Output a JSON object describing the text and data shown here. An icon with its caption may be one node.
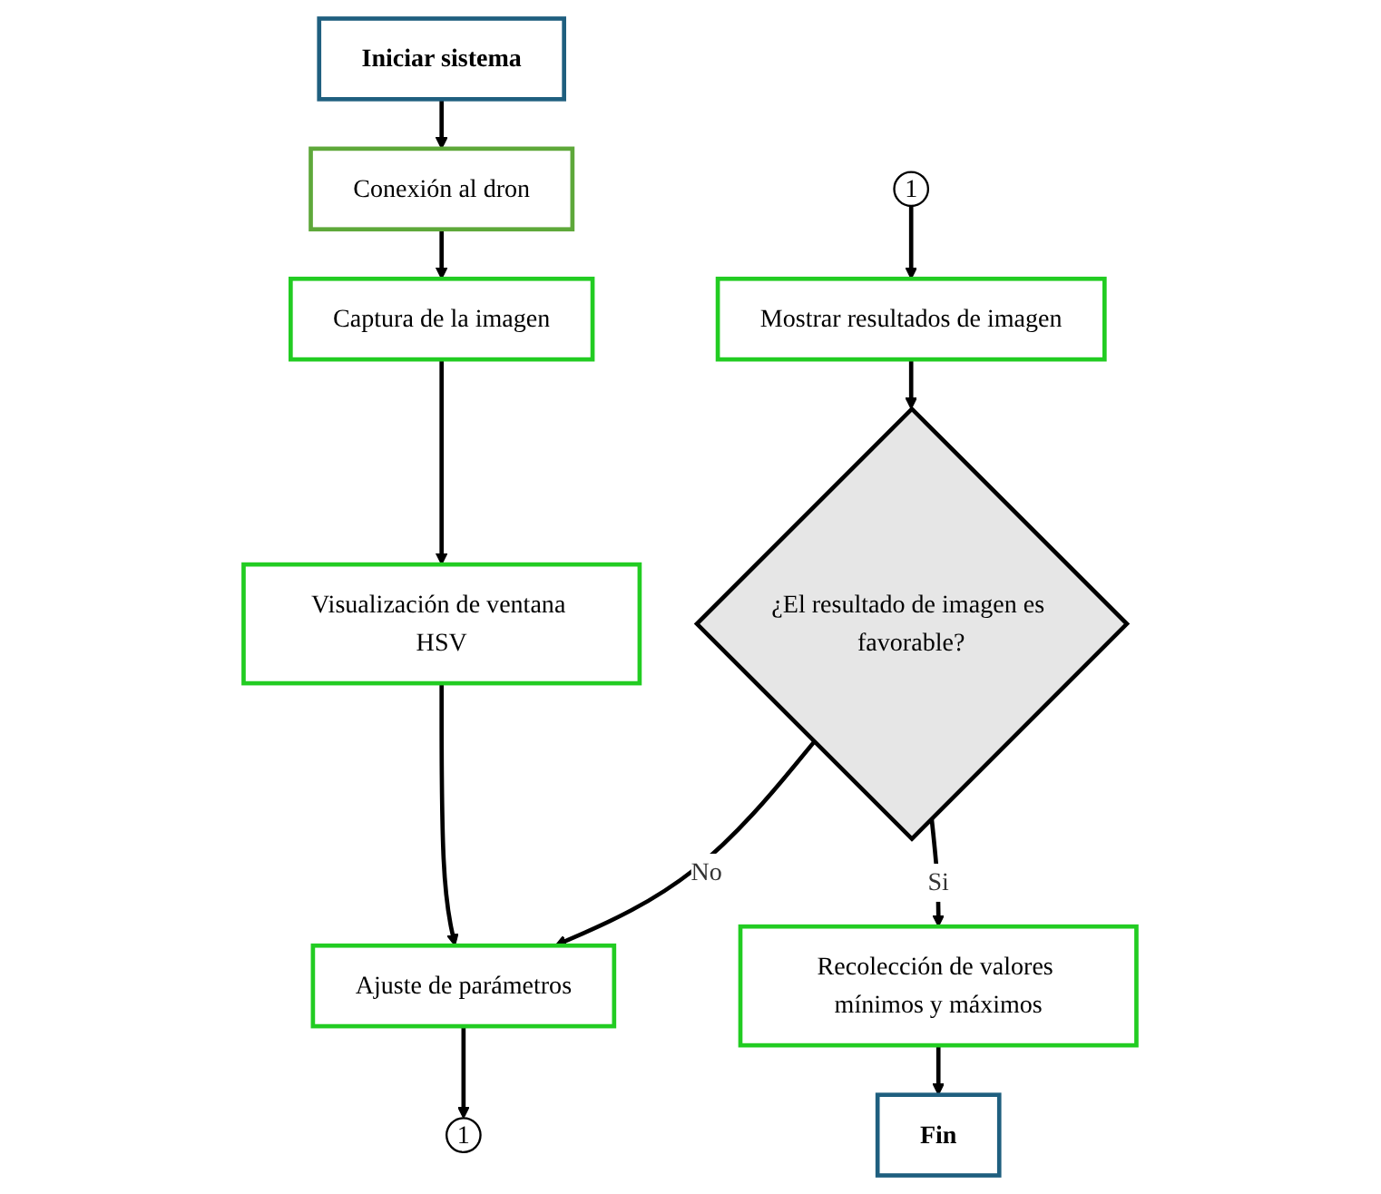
{
  "diagram": {
    "nodes": [
      {
        "text": [
          "Iniciar sistema"
        ]
      },
      {
        "text": [
          "Conexión al dron"
        ]
      },
      {
        "text": [
          "Captura de la imagen"
        ]
      },
      {
        "text": [
          "Visualización de ventana HSV"
        ]
      },
      {
        "text": [
          "Ajuste de parámetros"
        ]
      },
      {
        "text": [
          "1"
        ]
      },
      {
        "text": [
          "1"
        ]
      },
      {
        "text": [
          "Mostrar resultados de imagen"
        ]
      },
      {
        "text": [
          "¿El resultado de imagen es favorable?"
        ]
      },
      {
        "text": [
          "Recolección de valores mínimos y máximos"
        ]
      },
      {
        "text": [
          "Fin"
        ]
      }
    ],
    "edges": [
      {
        "from": 0,
        "to": 1,
        "arrow": "to"
      },
      {
        "from": 1,
        "to": 2,
        "arrow": "to"
      },
      {
        "from": 2,
        "to": 3,
        "arrow": "to"
      },
      {
        "from": 3,
        "to": 4,
        "arrow": "to"
      },
      {
        "from": 4,
        "to": 5,
        "arrow": "to"
      },
      {
        "from": 6,
        "to": 7,
        "arrow": "to"
      },
      {
        "from": 7,
        "to": 8,
        "arrow": "to"
      },
      {
        "from": 8,
        "to": 4,
        "arrow": "to",
        "label": "No"
      },
      {
        "from": 8,
        "to": 9,
        "arrow": "to",
        "label": "Si"
      },
      {
        "from": 9,
        "to": 10,
        "arrow": "to"
      }
    ]
  }
}
